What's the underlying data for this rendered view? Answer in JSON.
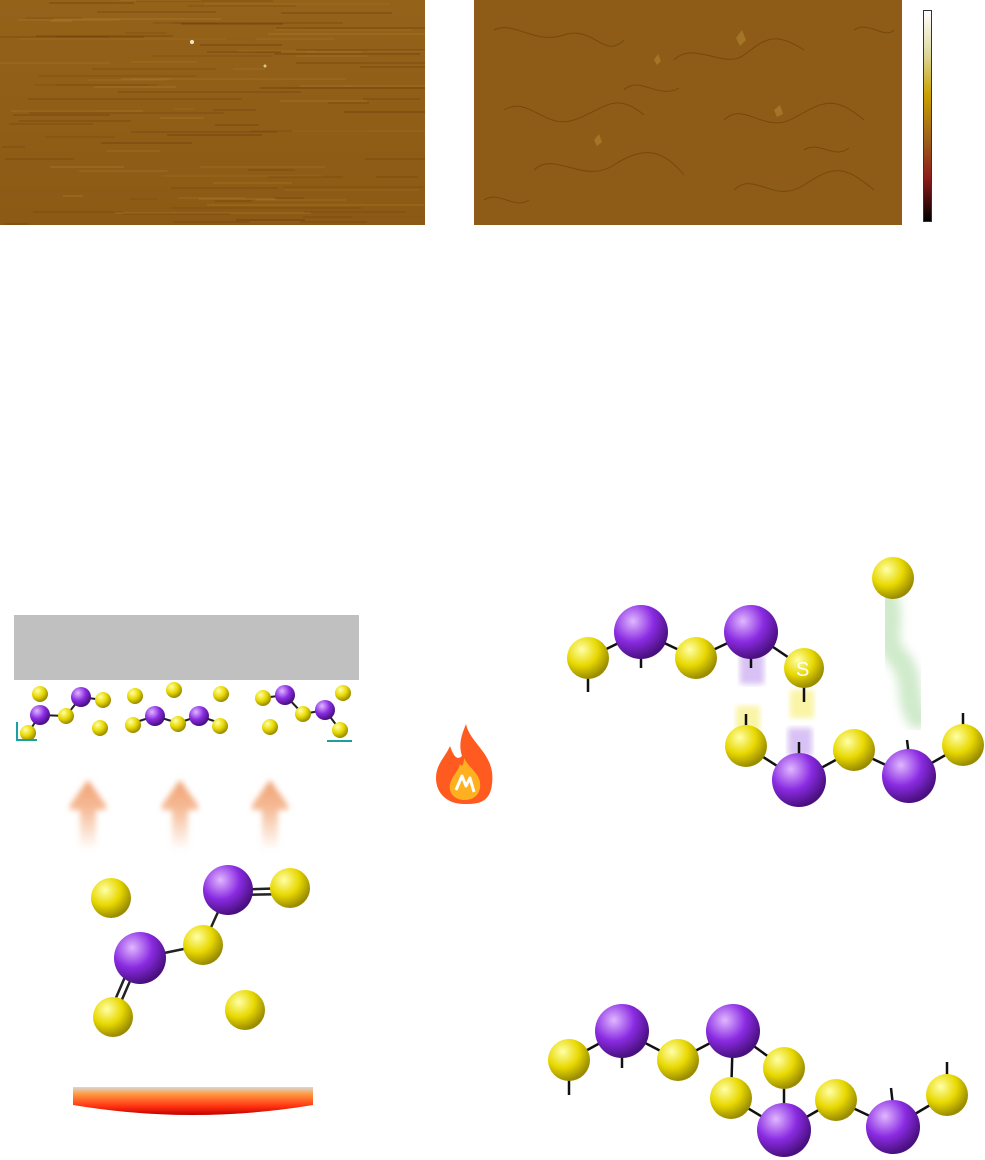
{
  "figure": {
    "afm_left": {
      "name": "afm-image-left"
    },
    "afm_right": {
      "name": "afm-image-right"
    },
    "colorbar": {
      "stops": [
        "#000000",
        "#8b1a1a",
        "#a0641a",
        "#c8a000",
        "#e0d8a0",
        "#ffffff"
      ]
    },
    "colors": {
      "sulfur_atom": "#f0e000",
      "metal_atom": "#8a2be2",
      "substrate": "#c0c0c0",
      "heater_top": "#d0d0d0",
      "heater_bottom": "#ff2000",
      "flame": "#ff5a1f",
      "vapor_arrow": "#f4b38a",
      "ejected_s_trail": "#a8d8a0"
    },
    "labels": {
      "sulfur_marker": "S"
    },
    "icons": {
      "heat": "flame-icon"
    }
  }
}
